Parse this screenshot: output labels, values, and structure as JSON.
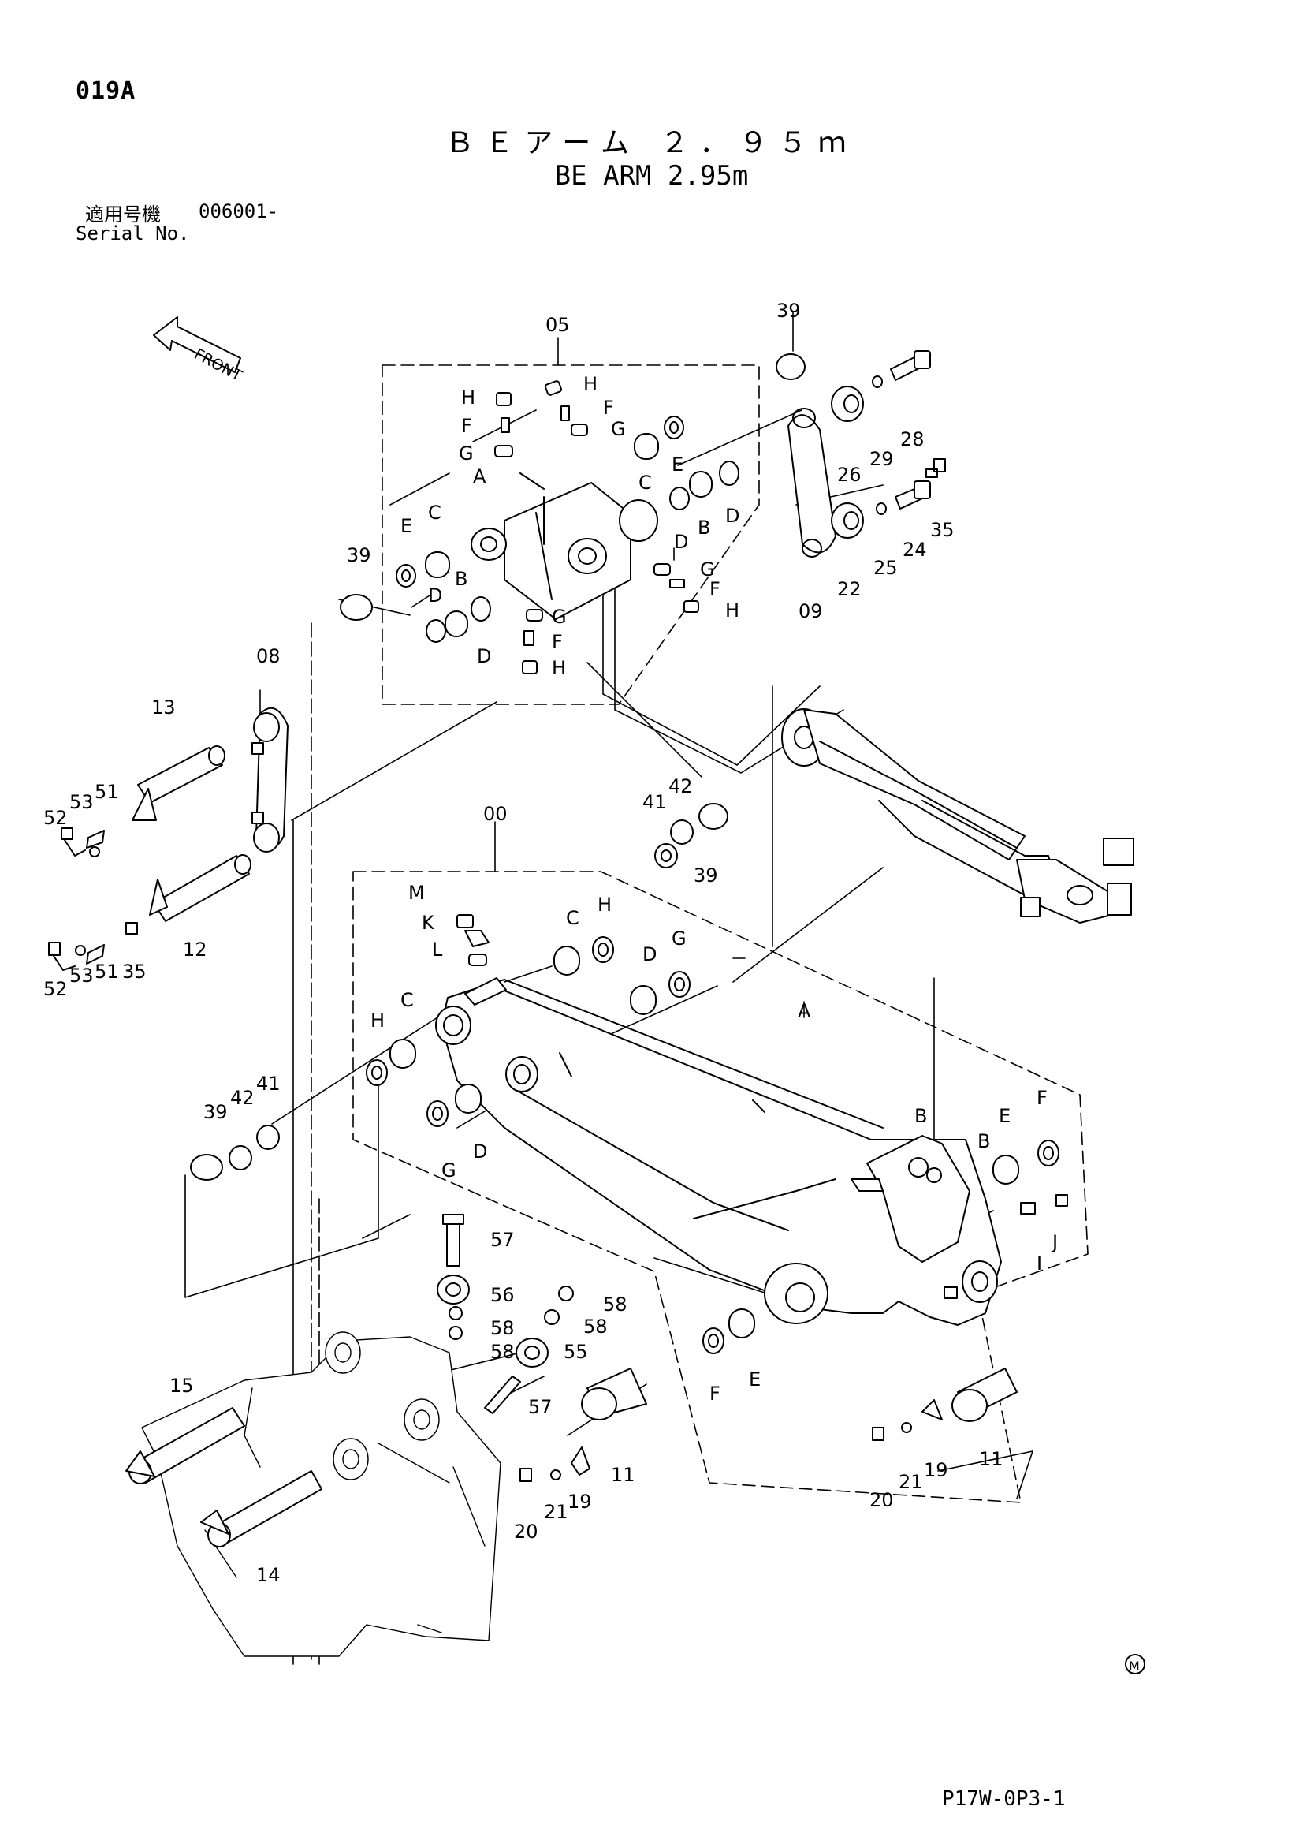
{
  "header": {
    "page_code": "019A",
    "title_jp": "ＢＥアーム ２．９５ｍ",
    "title_en": "BE ARM 2.95m",
    "serial_label_jp": "適用号機",
    "serial_value": "006001-",
    "serial_label_en": "Serial No."
  },
  "footer": {
    "drawing_number": "P17W-0P3-1",
    "mark": "M"
  },
  "front_label": "FRONT",
  "callouts": [
    {
      "id": "c-05",
      "text": "05"
    },
    {
      "id": "c-39a",
      "text": "39"
    },
    {
      "id": "c-39b",
      "text": "39"
    },
    {
      "id": "c-39c",
      "text": "39"
    },
    {
      "id": "c-39d",
      "text": "39"
    },
    {
      "id": "c-28",
      "text": "28"
    },
    {
      "id": "c-29",
      "text": "29"
    },
    {
      "id": "c-26",
      "text": "26"
    },
    {
      "id": "c-35a",
      "text": "35"
    },
    {
      "id": "c-24",
      "text": "24"
    },
    {
      "id": "c-25",
      "text": "25"
    },
    {
      "id": "c-22",
      "text": "22"
    },
    {
      "id": "c-09",
      "text": "09"
    },
    {
      "id": "c-08",
      "text": "08"
    },
    {
      "id": "c-13",
      "text": "13"
    },
    {
      "id": "c-52a",
      "text": "52"
    },
    {
      "id": "c-53a",
      "text": "53"
    },
    {
      "id": "c-51a",
      "text": "51"
    },
    {
      "id": "c-52b",
      "text": "52"
    },
    {
      "id": "c-53b",
      "text": "53"
    },
    {
      "id": "c-51b",
      "text": "51"
    },
    {
      "id": "c-35b",
      "text": "35"
    },
    {
      "id": "c-12",
      "text": "12"
    },
    {
      "id": "c-00",
      "text": "00"
    },
    {
      "id": "c-41a",
      "text": "41"
    },
    {
      "id": "c-42a",
      "text": "42"
    },
    {
      "id": "c-41b",
      "text": "41"
    },
    {
      "id": "c-42b",
      "text": "42"
    },
    {
      "id": "c-57a",
      "text": "57"
    },
    {
      "id": "c-56",
      "text": "56"
    },
    {
      "id": "c-58a",
      "text": "58"
    },
    {
      "id": "c-58b",
      "text": "58"
    },
    {
      "id": "c-58c",
      "text": "58"
    },
    {
      "id": "c-58d",
      "text": "58"
    },
    {
      "id": "c-55",
      "text": "55"
    },
    {
      "id": "c-57b",
      "text": "57"
    },
    {
      "id": "c-15",
      "text": "15"
    },
    {
      "id": "c-14",
      "text": "14"
    },
    {
      "id": "c-11a",
      "text": "11"
    },
    {
      "id": "c-11b",
      "text": "11"
    },
    {
      "id": "c-20a",
      "text": "20"
    },
    {
      "id": "c-21a",
      "text": "21"
    },
    {
      "id": "c-19a",
      "text": "19"
    },
    {
      "id": "c-20b",
      "text": "20"
    },
    {
      "id": "c-21b",
      "text": "21"
    },
    {
      "id": "c-19b",
      "text": "19"
    }
  ],
  "letters": [
    {
      "id": "l-H1",
      "text": "H"
    },
    {
      "id": "l-F1",
      "text": "F"
    },
    {
      "id": "l-G1",
      "text": "G"
    },
    {
      "id": "l-A1",
      "text": "A"
    },
    {
      "id": "l-H2",
      "text": "H"
    },
    {
      "id": "l-F2",
      "text": "F"
    },
    {
      "id": "l-G2",
      "text": "G"
    },
    {
      "id": "l-E1",
      "text": "E"
    },
    {
      "id": "l-C1",
      "text": "C"
    },
    {
      "id": "l-D1",
      "text": "D"
    },
    {
      "id": "l-B1",
      "text": "B"
    },
    {
      "id": "l-D2",
      "text": "D"
    },
    {
      "id": "l-E2",
      "text": "E"
    },
    {
      "id": "l-C2",
      "text": "C"
    },
    {
      "id": "l-D3",
      "text": "D"
    },
    {
      "id": "l-B2",
      "text": "B"
    },
    {
      "id": "l-D4",
      "text": "D"
    },
    {
      "id": "l-G3",
      "text": "G"
    },
    {
      "id": "l-F3",
      "text": "F"
    },
    {
      "id": "l-H3",
      "text": "H"
    },
    {
      "id": "l-G4",
      "text": "G"
    },
    {
      "id": "l-F4",
      "text": "F"
    },
    {
      "id": "l-H4",
      "text": "H"
    },
    {
      "id": "l-M",
      "text": "M"
    },
    {
      "id": "l-K",
      "text": "K"
    },
    {
      "id": "l-L",
      "text": "L"
    },
    {
      "id": "l-C3",
      "text": "C"
    },
    {
      "id": "l-H5",
      "text": "H"
    },
    {
      "id": "l-D5",
      "text": "D"
    },
    {
      "id": "l-G5",
      "text": "G"
    },
    {
      "id": "l-A2",
      "text": "A"
    },
    {
      "id": "l-H6",
      "text": "H"
    },
    {
      "id": "l-C4",
      "text": "C"
    },
    {
      "id": "l-G6",
      "text": "G"
    },
    {
      "id": "l-D6",
      "text": "D"
    },
    {
      "id": "l-B3",
      "text": "B"
    },
    {
      "id": "l-B4",
      "text": "B"
    },
    {
      "id": "l-E3",
      "text": "E"
    },
    {
      "id": "l-F5",
      "text": "F"
    },
    {
      "id": "l-I",
      "text": "I"
    },
    {
      "id": "l-J",
      "text": "J"
    },
    {
      "id": "l-F6",
      "text": "F"
    },
    {
      "id": "l-E4",
      "text": "E"
    }
  ]
}
